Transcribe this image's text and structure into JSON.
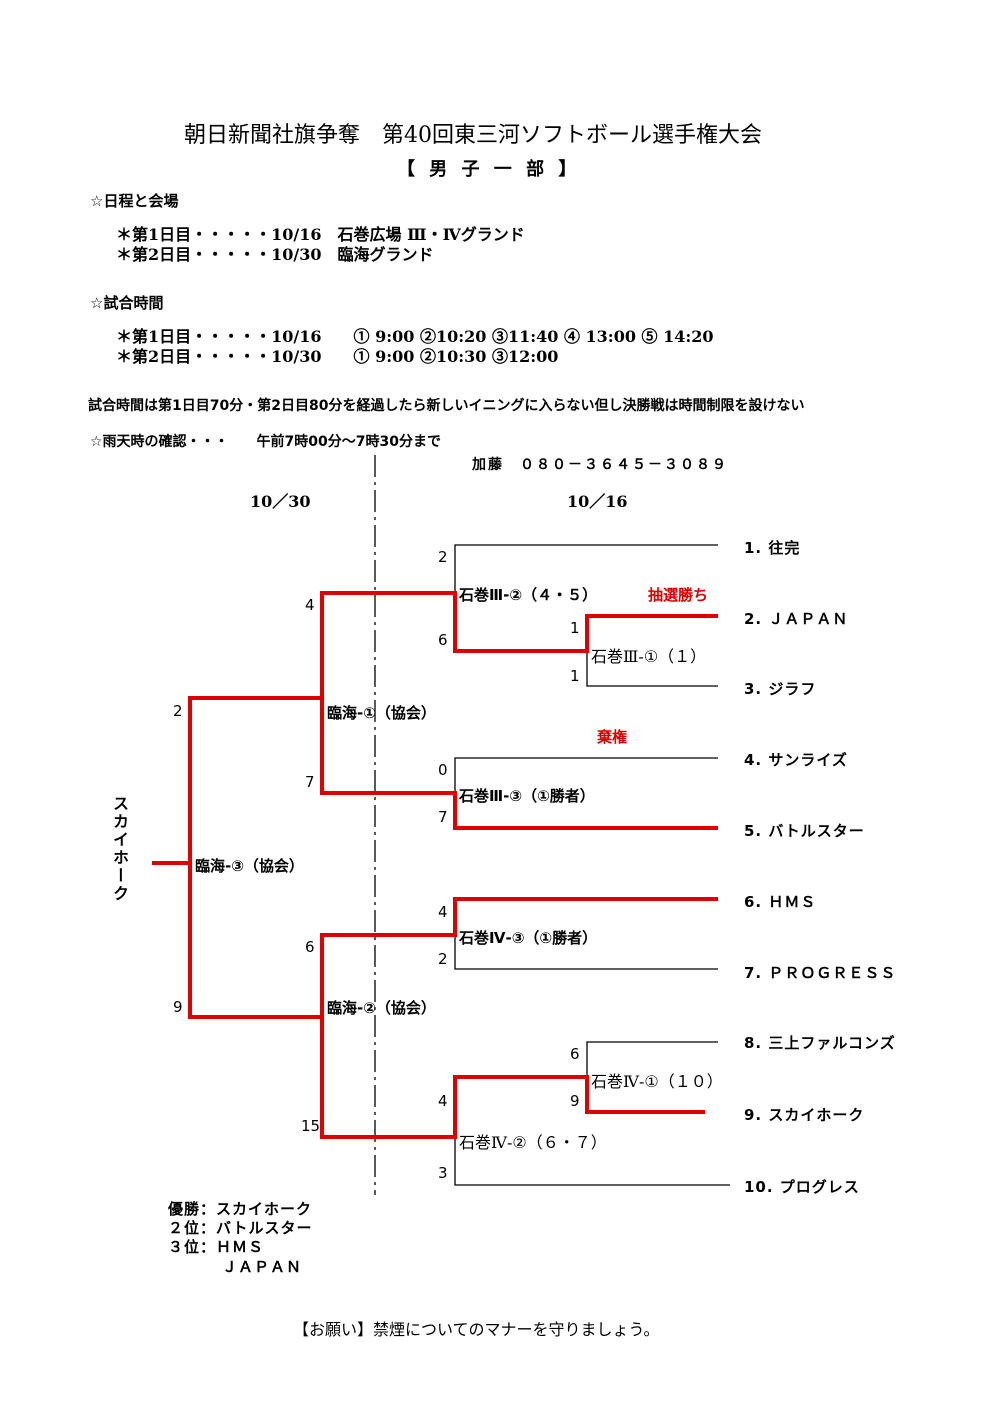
{
  "header": {
    "title": "朝日新聞社旗争奪　第40回東三河ソフトボール選手権大会",
    "division": "【 男 子 一 部 】"
  },
  "schedule": {
    "heading": "☆日程と会場",
    "day1": "＊第1日目・・・・・10/16　石巻広場 Ⅲ・Ⅳグランド",
    "day2": "＊第2日目・・・・・10/30　臨海グランド"
  },
  "times": {
    "heading": "☆試合時間",
    "day1": "＊第1日目・・・・・10/16　　① 9:00 ②10:20 ③11:40 ④ 13:00 ⑤ 14:20",
    "day2": "＊第2日目・・・・・10/30　　① 9:00 ②10:30 ③12:00"
  },
  "rule": "試合時間は第1日目70分・第2日目80分を経過したら新しいイニングに入らない但し決勝戦は時間制限を設けない",
  "rain": {
    "label": "☆雨天時の確認・・・　　午前7時00分～7時30分まで",
    "contact": "加藤　０８０－３６４５－３０８９"
  },
  "bracket": {
    "date_left": "10／30",
    "date_right": "10／16",
    "teams": [
      "1. 往完",
      "2. ＪＡＰＡＮ",
      "3. ジラフ",
      "4. サンライズ",
      "5. バトルスター",
      "6. ＨＭＳ",
      "7. ＰＲＯＧＲＥＳＳ",
      "8. 三上ファルコンズ",
      "9. スカイホーク",
      "10. プログレス"
    ],
    "matches": {
      "m1": "石巻Ⅲ-②（４・５）",
      "m2": "石巻Ⅲ-①（１）",
      "m3": "石巻Ⅲ-③（①勝者）",
      "m4": "石巻Ⅳ-③（①勝者）",
      "m5": "石巻Ⅳ-①（１０）",
      "m6": "石巻Ⅳ-②（６・７）",
      "s1": "臨海-①（協会）",
      "s2": "臨海-②（協会）",
      "f": "臨海-③（協会）"
    },
    "notes": {
      "lottery": "抽選勝ち",
      "forfeit": "棄権"
    },
    "scores": {
      "m1a": "2",
      "m1b": "6",
      "m2a": "1",
      "m2b": "1",
      "m3a": "0",
      "m3b": "7",
      "m4a": "4",
      "m4b": "2",
      "m5a": "6",
      "m5b": "9",
      "m6a": "4",
      "m6b": "3",
      "s1a": "4",
      "s1b": "7",
      "s2a": "6",
      "s2b": "15",
      "fa": "2",
      "fb": "9"
    },
    "champion": "スカイホーク"
  },
  "results": {
    "first": "優勝：スカイホーク",
    "second": "２位：バトルスター",
    "third": "３位：ＨＭＳ",
    "third2": "ＪＡＰＡＮ"
  },
  "footer": "【お願い】禁煙についてのマナーを守りましょう。",
  "colors": {
    "winner_line": "#e00000"
  }
}
